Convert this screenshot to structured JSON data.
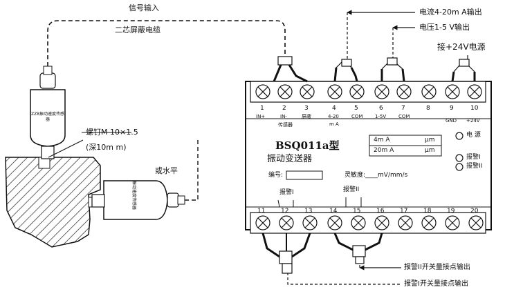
{
  "callouts": {
    "signal_input": "信号输入",
    "shielded_cable": "二芯屏蔽电缆",
    "current_output": "电流4-20m A输出",
    "voltage_output": "电压1-5 V输出",
    "power_24v": "接+24V电源",
    "screw": "螺钉M 10×1.5",
    "screw_depth": "(深10m m)",
    "horizontal": "或水平",
    "alarm2_contact": "报警II开关量接点输出",
    "alarm1_contact": "报警I开关量接点输出"
  },
  "sensor": {
    "vertical_label": "ZZ8振动速度传感器",
    "horizontal_label": "振动速度传感器"
  },
  "device": {
    "model": "BSQ011a型",
    "name": "振动变送器",
    "number_label": "编号:",
    "sensitivity_label": "灵敏度:____mV/mm/s",
    "range_rows": [
      {
        "label": "4m A",
        "unit": "μm"
      },
      {
        "label": "20m A",
        "unit": "μm"
      }
    ],
    "power_indicator": "电 源",
    "alarm1_indicator": "报警I",
    "alarm2_indicator": "报警II",
    "alarm1_switch": "报警I",
    "alarm2_switch": "报警II"
  },
  "terminals_top": [
    {
      "num": "1",
      "desc": "IN+"
    },
    {
      "num": "2",
      "desc": "IN-"
    },
    {
      "num": "3",
      "desc": "屏蔽"
    },
    {
      "num": "4",
      "desc": "4-20"
    },
    {
      "num": "5",
      "desc": "COM"
    },
    {
      "num": "6",
      "desc": "1-5V"
    },
    {
      "num": "7",
      "desc": "COM"
    },
    {
      "num": "8",
      "desc": ""
    },
    {
      "num": "9",
      "desc": "GND"
    },
    {
      "num": "10",
      "desc": "+24V"
    }
  ],
  "terminals_top_extra": {
    "in_group": "传感器",
    "ma_unit": "m A"
  },
  "terminals_bottom": [
    "11",
    "12",
    "13",
    "14",
    "15",
    "16",
    "17",
    "18",
    "19",
    "20"
  ]
}
